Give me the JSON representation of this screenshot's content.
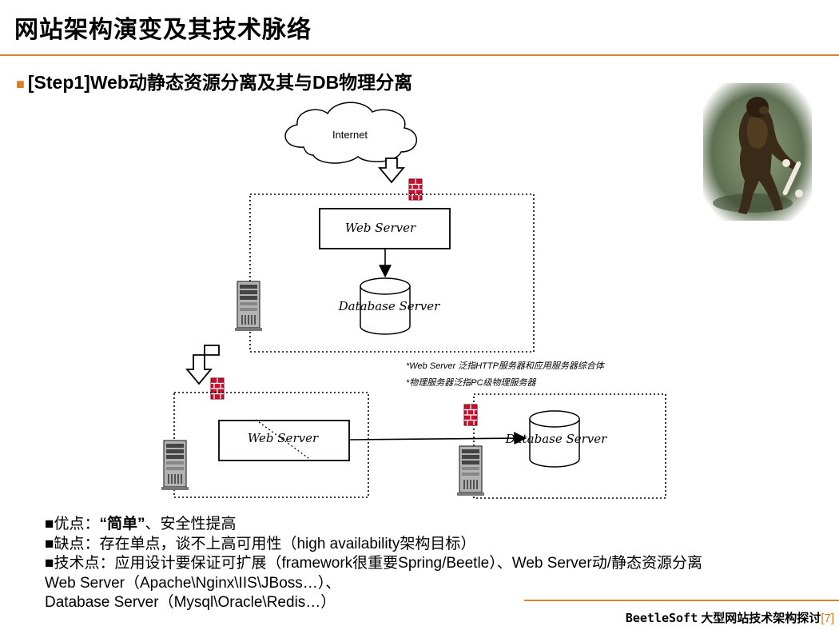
{
  "slide": {
    "title": "网站架构演变及其技术脉络",
    "subtitle": "[Step1]Web动静态资源分离及其与DB物理分离",
    "subtitle_bullet": "■"
  },
  "diagram": {
    "cloud_label": "Internet",
    "top_web_server": "Web Server",
    "top_database": "Database Server",
    "bottom_web_server": "Web Server",
    "bottom_database": "Database Server",
    "notes": [
      "*Web Server 泛指HTTP服务器和应用服务器综合体",
      "*物理服务器泛指PC级物理服务器"
    ]
  },
  "bullets": {
    "pros_prefix": "■优点：",
    "pros_emph": "“简单”",
    "pros_suffix": "、安全性提高",
    "cons": "■缺点：存在单点，谈不上高可用性（high availability架构目标）",
    "tech": "■技术点：应用设计要保证可扩展（framework很重要Spring/Beetle）、Web Server动/静态资源分离",
    "web_servers": "Web Server（Apache\\Nginx\\IIS\\JBoss…）、",
    "db_servers": "Database Server（Mysql\\Oracle\\Redis…）"
  },
  "footer": {
    "brand": "BeetleSoft",
    "topic": "大型网站技术架构探讨",
    "bracket_open": "[",
    "page": "7",
    "bracket_close": "]"
  },
  "colors": {
    "accent": "#d9822b",
    "firewall": "#c8102e"
  }
}
